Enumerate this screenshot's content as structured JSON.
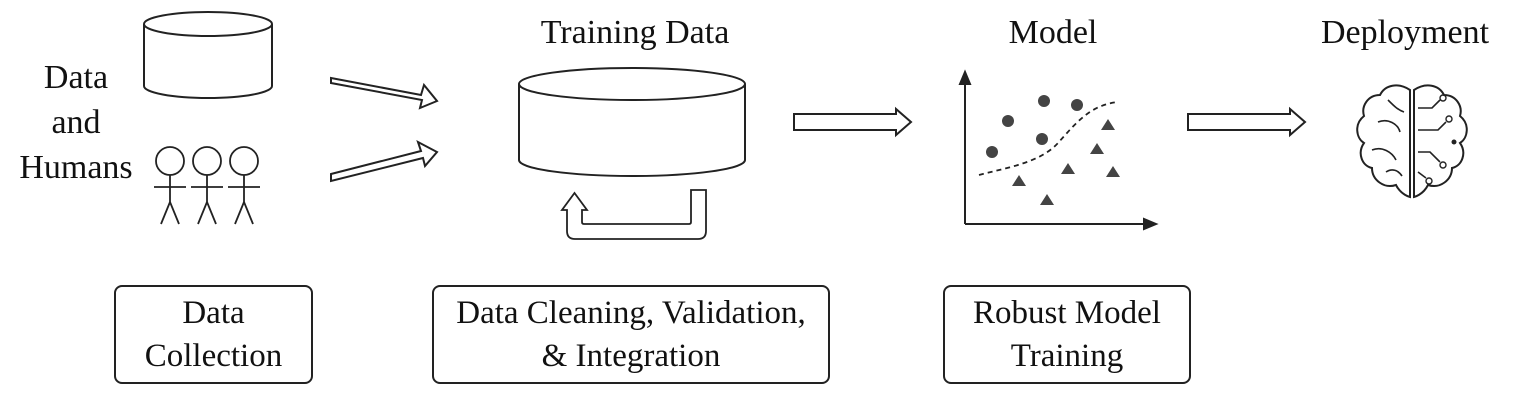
{
  "source": {
    "lines": [
      "Data",
      "and",
      "Humans"
    ]
  },
  "stages": {
    "training_data": "Training Data",
    "model": "Model",
    "deployment": "Deployment"
  },
  "boxes": {
    "collection": [
      "Data",
      "Collection"
    ],
    "cleaning": [
      "Data Cleaning, Validation,",
      "& Integration"
    ],
    "training": [
      "Robust Model",
      "Training"
    ]
  },
  "icons": {
    "source_db": "database-cylinder-icon",
    "humans": "stick-figures-icon",
    "training_db": "database-cylinder-icon",
    "feedback": "loop-arrow-icon",
    "model": "scatter-classifier-icon",
    "deployment": "brain-circuit-icon"
  },
  "colors": {
    "stroke": "#222222",
    "marker": "#444444"
  }
}
